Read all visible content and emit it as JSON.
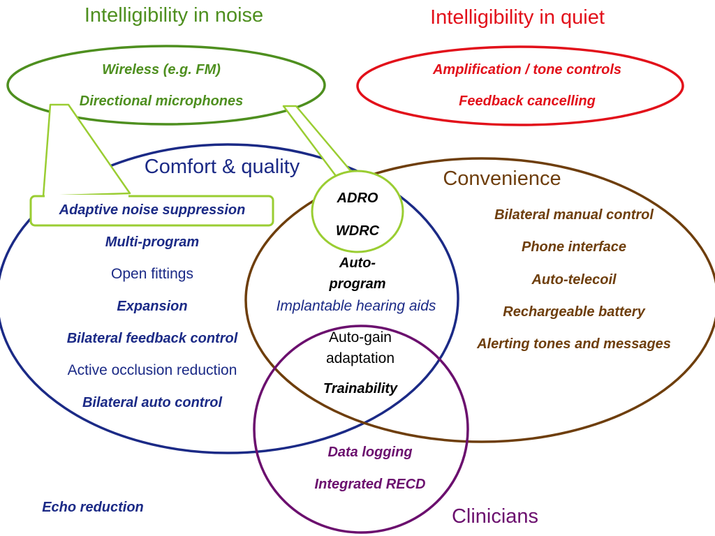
{
  "groups": {
    "noise": {
      "heading": "Intelligibility in noise",
      "items": [
        "Wireless (e.g. FM)",
        "Directional microphones"
      ],
      "color": "#4e8f1f"
    },
    "quiet": {
      "heading": "Intelligibility in quiet",
      "items": [
        "Amplification / tone controls",
        "Feedback cancelling"
      ],
      "color": "#e2101a"
    },
    "comfort": {
      "heading": "Comfort & quality",
      "items": [
        "Adaptive noise suppression",
        "Multi-program",
        "Open fittings",
        "Expansion",
        "Bilateral feedback control",
        "Active occlusion reduction",
        "Bilateral auto control"
      ],
      "color": "#1b2a86"
    },
    "convenience": {
      "heading": "Convenience",
      "items": [
        "Bilateral manual control",
        "Phone interface",
        "Auto-telecoil",
        "Rechargeable battery",
        "Alerting tones and messages"
      ],
      "color": "#6e3e0c"
    },
    "clinicians": {
      "heading": "Clinicians",
      "items": [
        "Data logging",
        "Integrated RECD"
      ],
      "color": "#6b0f6e"
    }
  },
  "overlaps": {
    "noise_comfort_convenience": [
      "ADRO",
      "WDRC"
    ],
    "comfort_convenience": [
      "Auto-",
      "program",
      "Implantable hearing aids"
    ],
    "comfort_convenience_clinicians": [
      "Auto-gain",
      "adaptation",
      "Trainability"
    ]
  },
  "outside": {
    "echo": "Echo reduction"
  },
  "callout_color": "#9acd32"
}
